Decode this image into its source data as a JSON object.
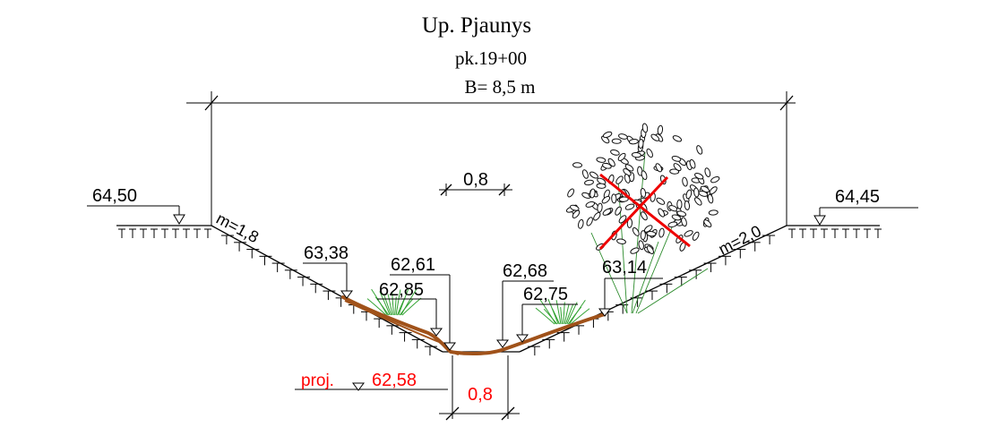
{
  "title": "Up. Pjaunys",
  "picket": "pk.19+00",
  "width_label": "B= 8,5 m",
  "slope_left": "m=1,8",
  "slope_right": "m=2,0",
  "top_bottom_dim": "0,8",
  "bottom_dim": "0,8",
  "left_bank_level": "64,50",
  "right_bank_level": "64,45",
  "levels": {
    "l1": "63,38",
    "l2": "62,61",
    "l3": "62,85",
    "r1": "62,68",
    "r2": "62,75",
    "r3": "63,14"
  },
  "project": {
    "prefix": "proj.",
    "level": "62,58",
    "color": "#ff0000"
  },
  "colors": {
    "existing_bed": "#a0521a",
    "vegetation": "#33a333",
    "removal_mark": "#ee0000"
  }
}
